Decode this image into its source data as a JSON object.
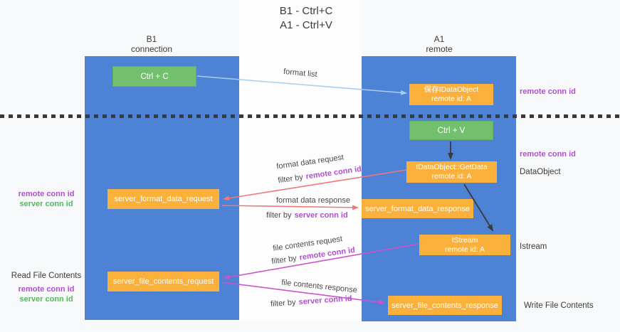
{
  "title": {
    "line1": "B1 - Ctrl+C",
    "line2": "A1 - Ctrl+V"
  },
  "columns": {
    "left": {
      "name": "B1",
      "role": "connection"
    },
    "right": {
      "name": "A1",
      "role": "remote"
    }
  },
  "boxes": {
    "ctrl_c": "Ctrl + C",
    "ctrl_v": "Ctrl + V",
    "save_dataobject": {
      "line1": "保存IDataObject",
      "line2": "remote id: A"
    },
    "getdata": {
      "line1": "IDataObject::GetData",
      "line2": "remote id: A"
    },
    "istream": {
      "line1": "IStream",
      "line2": "remote id: A"
    },
    "server_format_data_request": "server_format_data_request",
    "server_format_data_response": "server_format_data_response",
    "server_file_contents_request": "server_file_contents_request",
    "server_file_contents_response": "server_file_contents_response"
  },
  "labels": {
    "format_list": "format list",
    "format_data_request": "format data request",
    "format_data_response": "format data response",
    "file_contents_request": "file contents request",
    "file_contents_response": "file contents response",
    "filter_by": "filter by",
    "remote_conn_id": "remote conn id",
    "server_conn_id": "server conn id",
    "read_file_contents": "Read File Contents",
    "write_file_contents": "Write File Contents",
    "dataobject": "DataObject",
    "istream_side": "Istream"
  },
  "colors": {
    "panel_blue": "#4d82d5",
    "box_green": "#72c06e",
    "box_orange": "#f9b13c",
    "purple_text": "#b04fd0",
    "green_text": "#53b95c",
    "arrow_lightblue": "#a9cdf0",
    "arrow_salmon": "#f07878",
    "arrow_magenta": "#cf52cc",
    "arrow_black": "#3a3a3a",
    "background": "#f8f9fa"
  }
}
